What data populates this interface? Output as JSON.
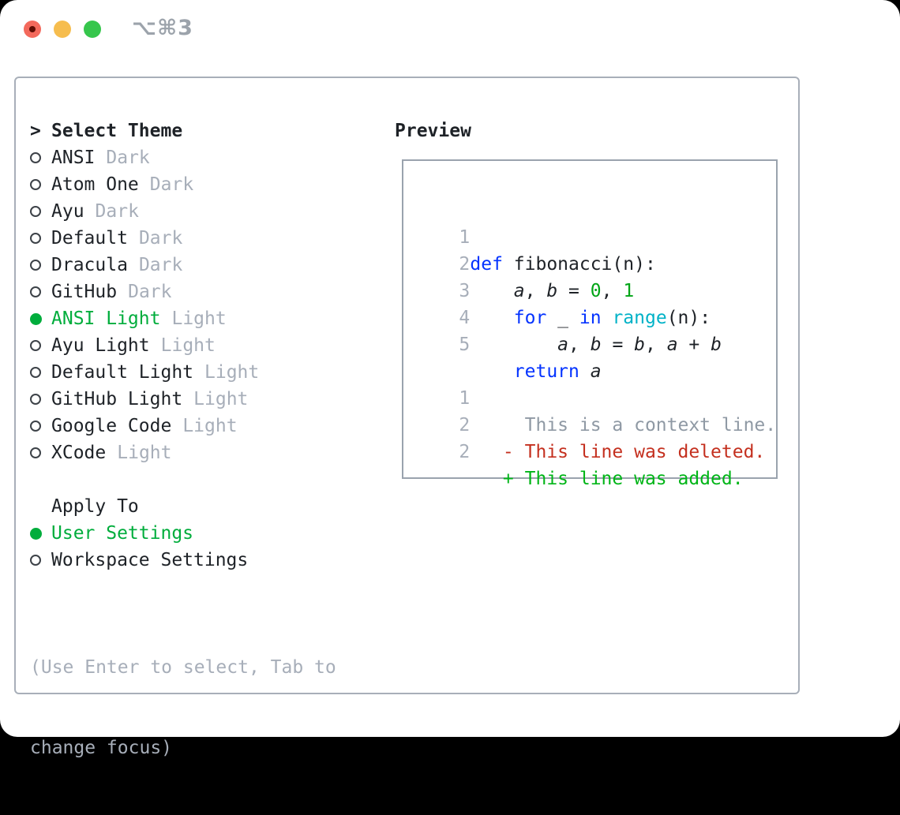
{
  "window": {
    "shortcut": "⌥⌘3"
  },
  "theme_panel": {
    "prompt": ">",
    "title": "Select Theme",
    "items": [
      {
        "name": "ANSI",
        "variant": "Dark",
        "selected": false
      },
      {
        "name": "Atom One",
        "variant": "Dark",
        "selected": false
      },
      {
        "name": "Ayu",
        "variant": "Dark",
        "selected": false
      },
      {
        "name": "Default",
        "variant": "Dark",
        "selected": false
      },
      {
        "name": "Dracula",
        "variant": "Dark",
        "selected": false
      },
      {
        "name": "GitHub",
        "variant": "Dark",
        "selected": false
      },
      {
        "name": "ANSI Light",
        "variant": "Light",
        "selected": true
      },
      {
        "name": "Ayu Light",
        "variant": "Light",
        "selected": false
      },
      {
        "name": "Default Light",
        "variant": "Light",
        "selected": false
      },
      {
        "name": "GitHub Light",
        "variant": "Light",
        "selected": false
      },
      {
        "name": "Google Code",
        "variant": "Light",
        "selected": false
      },
      {
        "name": "XCode",
        "variant": "Light",
        "selected": false
      }
    ]
  },
  "apply_to": {
    "title": "Apply To",
    "options": [
      {
        "label": "User Settings",
        "selected": true
      },
      {
        "label": "Workspace Settings",
        "selected": false
      }
    ]
  },
  "footer": {
    "line1": "(Use Enter to select, Tab to",
    "line2": "change focus)"
  },
  "preview": {
    "title": "Preview",
    "lines": [
      {
        "num": "1",
        "tokens": [
          {
            "text": "def",
            "style": "kw"
          },
          {
            "text": " fibonacci(n):",
            "style": "fg"
          }
        ]
      },
      {
        "num": "2",
        "tokens": [
          {
            "text": "    ",
            "style": "fg"
          },
          {
            "text": "a",
            "style": "var"
          },
          {
            "text": ", ",
            "style": "fg"
          },
          {
            "text": "b",
            "style": "var"
          },
          {
            "text": " = ",
            "style": "fg"
          },
          {
            "text": "0",
            "style": "num"
          },
          {
            "text": ", ",
            "style": "fg"
          },
          {
            "text": "1",
            "style": "num"
          }
        ]
      },
      {
        "num": "3",
        "tokens": [
          {
            "text": "    ",
            "style": "fg"
          },
          {
            "text": "for",
            "style": "kw"
          },
          {
            "text": " _ ",
            "style": "fg"
          },
          {
            "text": "in",
            "style": "kw"
          },
          {
            "text": " ",
            "style": "fg"
          },
          {
            "text": "range",
            "style": "builtin"
          },
          {
            "text": "(n):",
            "style": "fg"
          }
        ]
      },
      {
        "num": "4",
        "tokens": [
          {
            "text": "        ",
            "style": "fg"
          },
          {
            "text": "a",
            "style": "var"
          },
          {
            "text": ", ",
            "style": "fg"
          },
          {
            "text": "b",
            "style": "var"
          },
          {
            "text": " = ",
            "style": "fg"
          },
          {
            "text": "b",
            "style": "var"
          },
          {
            "text": ", ",
            "style": "fg"
          },
          {
            "text": "a",
            "style": "var"
          },
          {
            "text": " + ",
            "style": "fg"
          },
          {
            "text": "b",
            "style": "var"
          }
        ]
      },
      {
        "num": "5",
        "tokens": [
          {
            "text": "    ",
            "style": "fg"
          },
          {
            "text": "return",
            "style": "kw"
          },
          {
            "text": " ",
            "style": "fg"
          },
          {
            "text": "a",
            "style": "var"
          }
        ]
      },
      {
        "num": "",
        "tokens": []
      },
      {
        "num": "1",
        "tokens": [
          {
            "text": "     This is a context line.",
            "style": "ctx"
          }
        ]
      },
      {
        "num": "2",
        "tokens": [
          {
            "text": "   - This line was deleted.",
            "style": "del"
          }
        ]
      },
      {
        "num": "2",
        "tokens": [
          {
            "text": "   + This line was added.",
            "style": "add"
          }
        ]
      }
    ]
  },
  "colors": {
    "selection_green": "#00ad3c",
    "keyword_blue": "#0433ff",
    "builtin_cyan": "#00b2c7",
    "number_green": "#00a516",
    "added_green": "#00b517",
    "deleted_red": "#c4301f",
    "context_gray": "#8f99a4",
    "muted_gray": "#a7aeb9",
    "foreground": "#1e2227",
    "panel_border": "#a8afb9",
    "preview_border": "#9aa3ae",
    "traffic_red": "#f3695c",
    "traffic_yellow": "#f6bd4e",
    "traffic_green": "#36c64c"
  }
}
